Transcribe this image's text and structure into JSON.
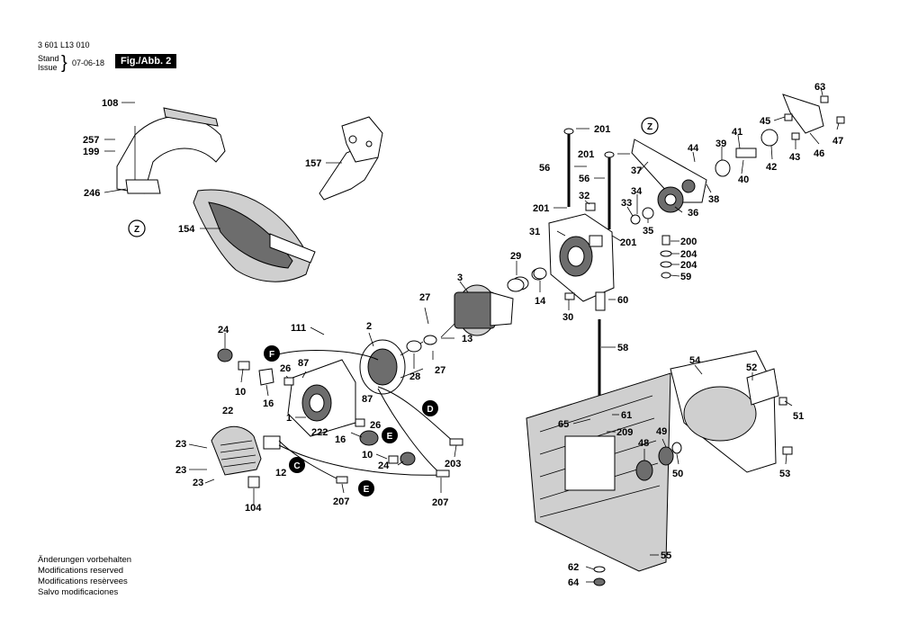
{
  "header": {
    "drawing_number": "3 601 L13 010",
    "stand_label": "Stand",
    "issue_label": "Issue",
    "brace": "}",
    "date": "07-06-18",
    "figure_label": "Fig./Abb. 2"
  },
  "footer_notes": [
    "Änderungen vorbehalten",
    "Modifications reserved",
    "Modifications resèrvees",
    "Salvo modificaciones"
  ],
  "callout_letters": {
    "z_top": "Z",
    "z_left": "Z",
    "f": "F",
    "d": "D",
    "e_mid": "E",
    "c": "C",
    "e_bottom": "E"
  },
  "part_labels": {
    "p108": "108",
    "p257": "257",
    "p199": "199",
    "p246": "246",
    "p154": "154",
    "p157": "157",
    "p201a": "201",
    "p201b": "201",
    "p201c": "201",
    "p201d": "201",
    "p56a": "56",
    "p56b": "56",
    "p32": "32",
    "p31": "31",
    "p29": "29",
    "p14": "14",
    "p30": "30",
    "p60": "60",
    "p58": "58",
    "p3": "3",
    "p27a": "27",
    "p27b": "27",
    "p13": "13",
    "p28": "28",
    "p2": "2",
    "p111": "111",
    "p24a": "24",
    "p10a": "10",
    "p26a": "26",
    "p87a": "87",
    "p87b": "87",
    "p16a": "16",
    "p1": "1",
    "p26b": "26",
    "p222": "222",
    "p16b": "16",
    "p10b": "10",
    "p24b": "24",
    "p203": "203",
    "p207a": "207",
    "p207b": "207",
    "p22": "22",
    "p23a": "23",
    "p23b": "23",
    "p23c": "23",
    "p12": "12",
    "p104": "104",
    "p37": "37",
    "p44": "44",
    "p39": "39",
    "p41": "41",
    "p45": "45",
    "p63": "63",
    "p47": "47",
    "p46": "46",
    "p42": "42",
    "p43": "43",
    "p40": "40",
    "p38": "38",
    "p34": "34",
    "p33": "33",
    "p35": "35",
    "p36": "36",
    "p200": "200",
    "p204a": "204",
    "p204b": "204",
    "p59": "59",
    "p54": "54",
    "p52": "52",
    "p51": "51",
    "p53": "53",
    "p49": "49",
    "p50": "50",
    "p48": "48",
    "p65": "65",
    "p61": "61",
    "p209": "209",
    "p55": "55",
    "p62": "62",
    "p64": "64"
  }
}
